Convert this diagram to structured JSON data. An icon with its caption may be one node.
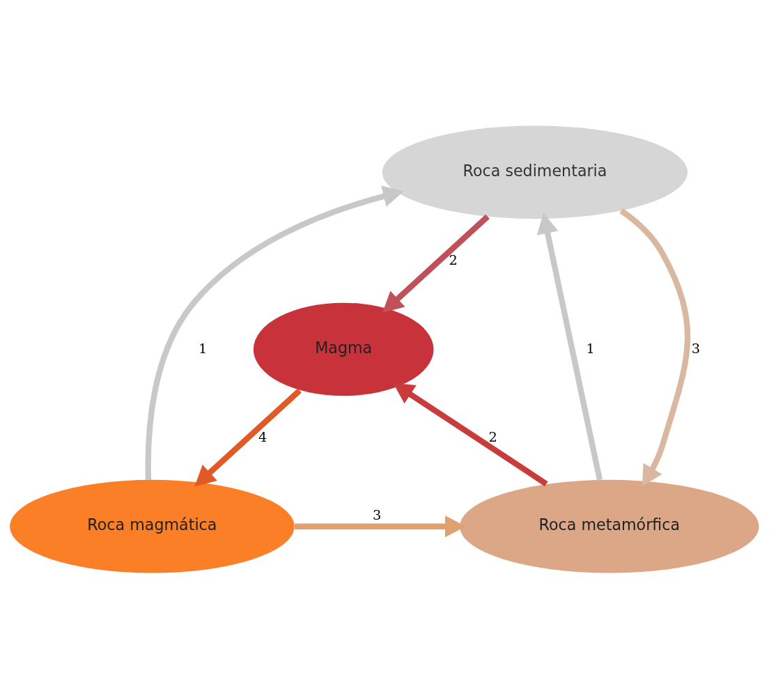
{
  "diagram": {
    "nodes": [
      {
        "text": [
          "Roca sedimentaria"
        ]
      },
      {
        "text": [
          "Magma"
        ]
      },
      {
        "text": [
          "Roca magmática"
        ]
      },
      {
        "text": [
          "Roca metamórfica"
        ]
      }
    ],
    "edges": [
      {
        "from": 2,
        "to": 0,
        "arrow": "to",
        "label": "1",
        "color": "#c8c8c8"
      },
      {
        "from": 0,
        "to": 1,
        "arrow": "to",
        "label": "2",
        "color": "#c0505a"
      },
      {
        "from": 1,
        "to": 2,
        "arrow": "to",
        "label": "4",
        "color": "#e05a28"
      },
      {
        "from": 3,
        "to": 1,
        "arrow": "to",
        "label": "2",
        "color": "#c83c3c"
      },
      {
        "from": 0,
        "to": 3,
        "arrow": "to",
        "label": "3",
        "color": "#d8b8a0"
      },
      {
        "from": 3,
        "to": 0,
        "arrow": "to",
        "label": "1",
        "color": "#c8c8c8"
      },
      {
        "from": 2,
        "to": 3,
        "arrow": "to",
        "label": "3",
        "color": "#e0a070"
      }
    ]
  }
}
